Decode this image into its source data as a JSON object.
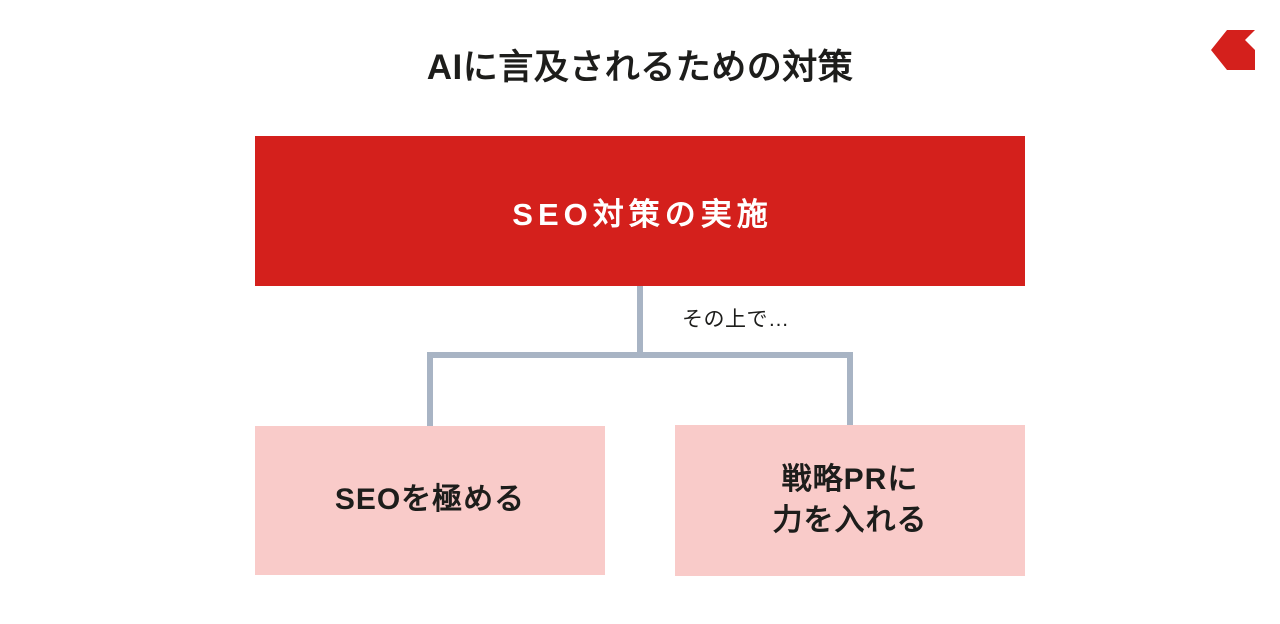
{
  "slide": {
    "title": "AIに言及されるための対策",
    "background_color": "#ffffff",
    "title_color": "#1d1d1b"
  },
  "logo": {
    "name": "brand-chevron-logo",
    "color": "#d4201c"
  },
  "colors": {
    "primary_red": "#d4201c",
    "child_pink": "#f9cbc9",
    "connector_gray_blue": "#a8b4c4",
    "text_dark": "#1d1d1b",
    "text_light": "#ffffff"
  },
  "diagram": {
    "root": {
      "label": "SEO対策の実施",
      "fill": "#d4201c",
      "text_color": "#ffffff"
    },
    "connector_label": "その上で…",
    "children": [
      {
        "lines": [
          "SEOを極める"
        ],
        "fill": "#f9cbc9",
        "text_color": "#1d1d1b"
      },
      {
        "lines": [
          "戦略PRに",
          "力を入れる"
        ],
        "fill": "#f9cbc9",
        "text_color": "#1d1d1b"
      }
    ]
  }
}
